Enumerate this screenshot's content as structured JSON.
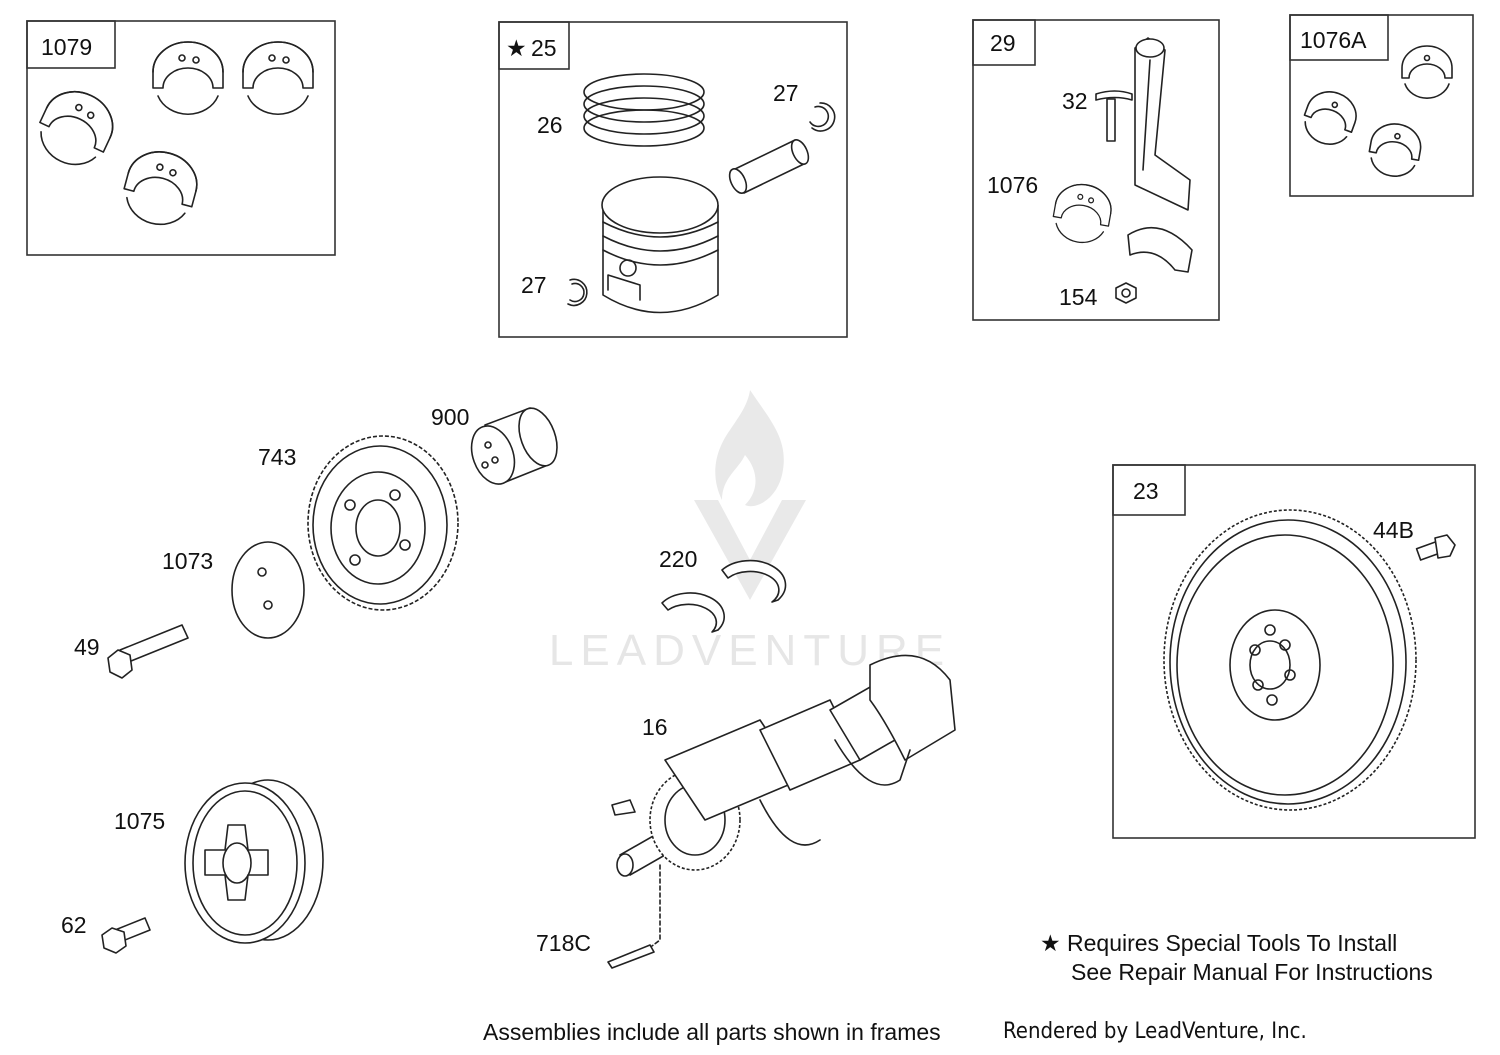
{
  "frames": {
    "f1079": "1079",
    "f25": "25",
    "f29": "29",
    "f1076a": "1076A",
    "f23": "23"
  },
  "callouts": {
    "c26": "26",
    "c27a": "27",
    "c27b": "27",
    "c32": "32",
    "c1076": "1076",
    "c154": "154",
    "c900": "900",
    "c743": "743",
    "c1073": "1073",
    "c49": "49",
    "c220": "220",
    "c16": "16",
    "c1075": "1075",
    "c62": "62",
    "c718c": "718C",
    "c44b": "44B"
  },
  "watermark": "LEADVENTURE",
  "star_symbol": "★",
  "note": {
    "line1": "Requires Special Tools To Install",
    "line2": "See Repair Manual For Instructions"
  },
  "footer": {
    "assemblies": "Assemblies include all parts shown in frames",
    "rendered": "Rendered by LeadVenture, Inc."
  }
}
